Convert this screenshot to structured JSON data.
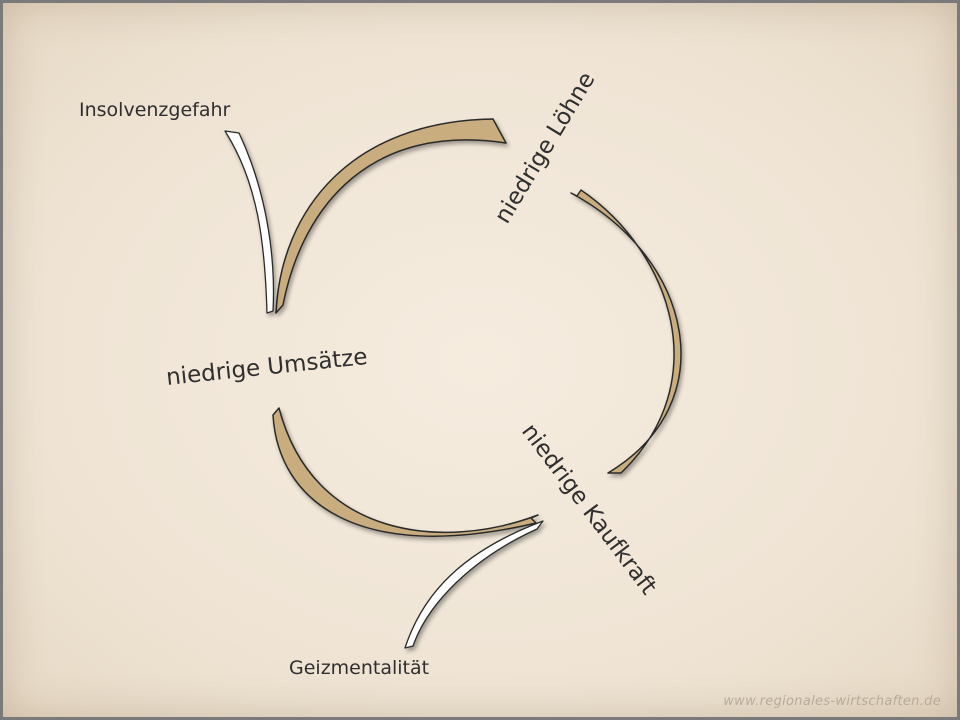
{
  "diagram": {
    "nodes": {
      "insolvenz": "Insolvenzgefahr",
      "umsaetze": "niedrige Umsätze",
      "loehne": "niedrige Löhne",
      "kaufkraft": "niedrige Kaufkraft",
      "geiz": "Geizmentalität"
    },
    "colors": {
      "cycle_arrow": "#c9ad7e",
      "side_arrow": "#ffffff",
      "outline": "#2a2a2a"
    }
  },
  "footer": {
    "source": "www.regionales-wirtschaften.de"
  }
}
